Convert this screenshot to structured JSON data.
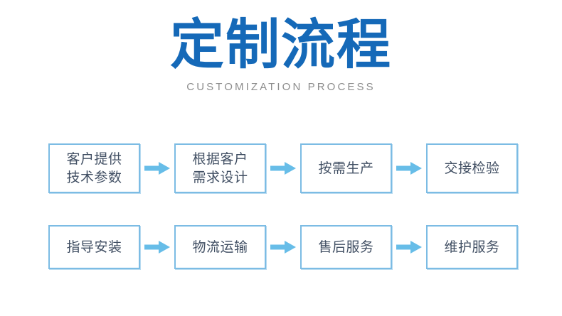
{
  "header": {
    "title": "定制流程",
    "subtitle": "CUSTOMIZATION PROCESS"
  },
  "colors": {
    "title_blue": "#1569B8",
    "subtitle_gray": "#8D8D8D",
    "box_border": "#7CBCE4",
    "box_fill": "#FFFFFF",
    "arrow": "#67BDE8",
    "step_text": "#414F63",
    "background": "#FFFFFF"
  },
  "flow": {
    "arrow_icon": "arrow-right-icon",
    "rows": [
      {
        "steps": [
          {
            "label": "客户提供\n技术参数"
          },
          {
            "label": "根据客户\n需求设计"
          },
          {
            "label": "按需生产"
          },
          {
            "label": "交接检验"
          }
        ]
      },
      {
        "steps": [
          {
            "label": "指导安装"
          },
          {
            "label": "物流运输"
          },
          {
            "label": "售后服务"
          },
          {
            "label": "维护服务"
          }
        ]
      }
    ]
  }
}
